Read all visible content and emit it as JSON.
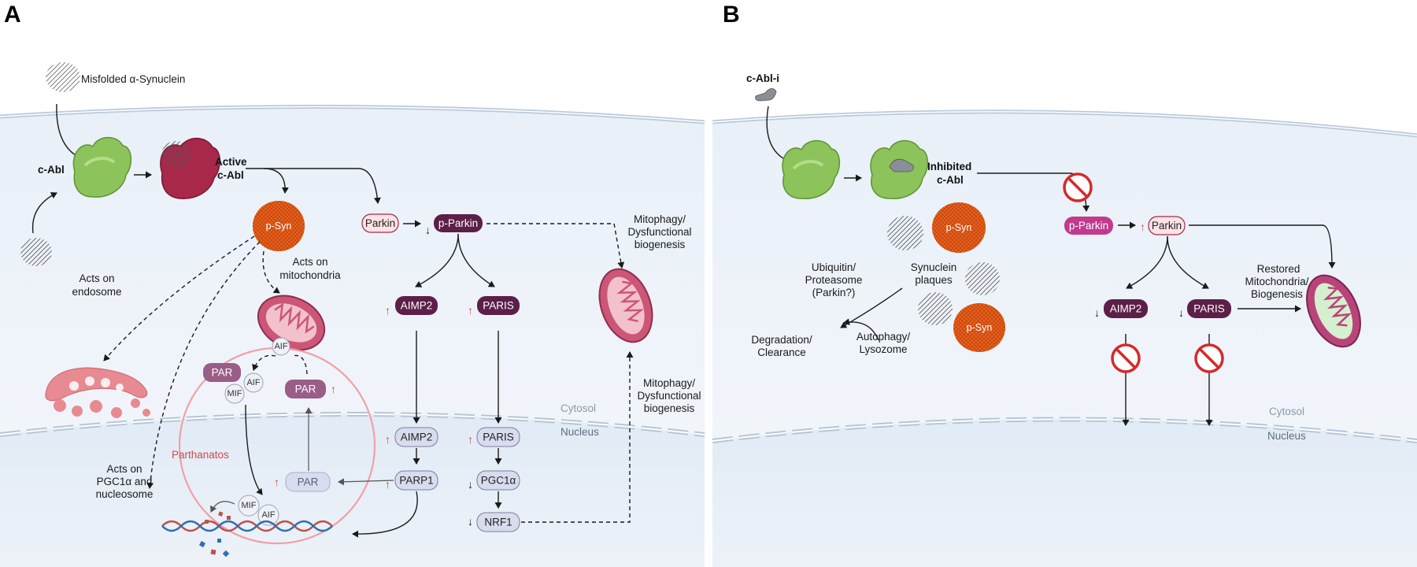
{
  "panels": {
    "a": "A",
    "b": "B"
  },
  "compartments": {
    "cytosol": "Cytosol",
    "nucleus": "Nucleus"
  },
  "panel_a": {
    "misfolded": "Misfolded α-Synuclein",
    "c_abl": "c-Abl",
    "active_1": "Active",
    "active_2": "c-Abl",
    "psyn": "p-Syn",
    "acts_endosome_1": "Acts on",
    "acts_endosome_2": "endosome",
    "acts_mito_1": "Acts on",
    "acts_mito_2": "mitochondria",
    "acts_pgc_1": "Acts on",
    "acts_pgc_2": "PGC1α and",
    "acts_pgc_3": "nucleosome",
    "parthanatos": "Parthanatos",
    "par": "PAR",
    "aif": "AIF",
    "mif": "MIF",
    "parkin": "Parkin",
    "p_parkin": "p-Parkin",
    "aimp2": "AIMP2",
    "paris": "PARIS",
    "parp1": "PARP1",
    "pgc1a": "PGC1α",
    "nrf1": "NRF1",
    "mitophagy_1": "Mitophagy/",
    "mitophagy_2": "Dysfunctional",
    "mitophagy_3": "biogenesis"
  },
  "panel_b": {
    "cabl_i": "c-Abl-i",
    "inhibited_1": "Inhibited",
    "inhibited_2": "c-Abl",
    "p_parkin": "p-Parkin",
    "parkin": "Parkin",
    "psyn": "p-Syn",
    "synuclein_1": "Synuclein",
    "synuclein_2": "plaques",
    "ubiq_1": "Ubiquitin/",
    "ubiq_2": "Proteasome",
    "ubiq_3": "(Parkin?)",
    "degr_1": "Degradation/",
    "degr_2": "Clearance",
    "auto_1": "Autophagy/",
    "auto_2": "Lysozome",
    "aimp2": "AIMP2",
    "paris": "PARIS",
    "restored_1": "Restored",
    "restored_2": "Mitochondria/",
    "restored_3": "Biogenesis"
  },
  "colors": {
    "background": "#ffffff",
    "cell": "#edf3fa",
    "nucleus": "#e3edf7",
    "membrane": "#b8cad9",
    "c_abl_green": "#8ec45a",
    "active_red": "#a8284a",
    "dark_purple": "#5c1f48",
    "light_pink": "#fbe3e6",
    "lavender": "#d8dcee",
    "mauve": "#9a5d87",
    "magenta": "#c23a8e",
    "mito_pink": "#d0587a",
    "inhibit_red": "#d42a2a",
    "up_arrow_red": "#c0504d"
  },
  "icons": [
    "fibril-icon",
    "protein-icon",
    "mitochondrion-icon",
    "golgi-icon",
    "dna-icon",
    "inhibit-icon",
    "inhibitor-icon"
  ]
}
